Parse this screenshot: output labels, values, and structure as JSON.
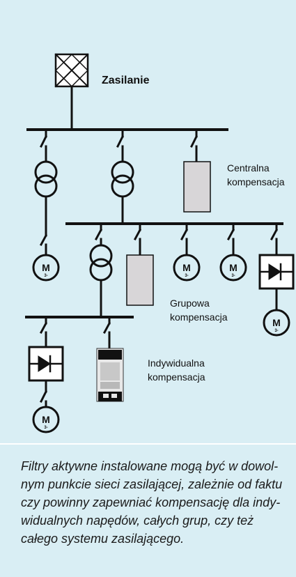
{
  "labels": {
    "supply": "Zasilanie",
    "central_line1": "Centralna",
    "central_line2": "kompensacja",
    "group_line1": "Grupowa",
    "group_line2": "kompensacja",
    "individual_line1": "Indywidualna",
    "individual_line2": "kompensacja"
  },
  "motor": {
    "letter": "M",
    "subscript": "3-"
  },
  "caption": {
    "lines": [
      "Filtry aktywne instalowane mogą być w dowol-",
      "nym punkcie sieci zasilającej, zależnie od faktu",
      "czy powinny zapewniać kompensację dla indy-",
      "widualnych napędów, całych grup, czy też",
      "całego systemu zasilającego."
    ]
  },
  "colors": {
    "background": "#d9eef4",
    "line": "#111111",
    "compensator": "#d8d6d8"
  }
}
